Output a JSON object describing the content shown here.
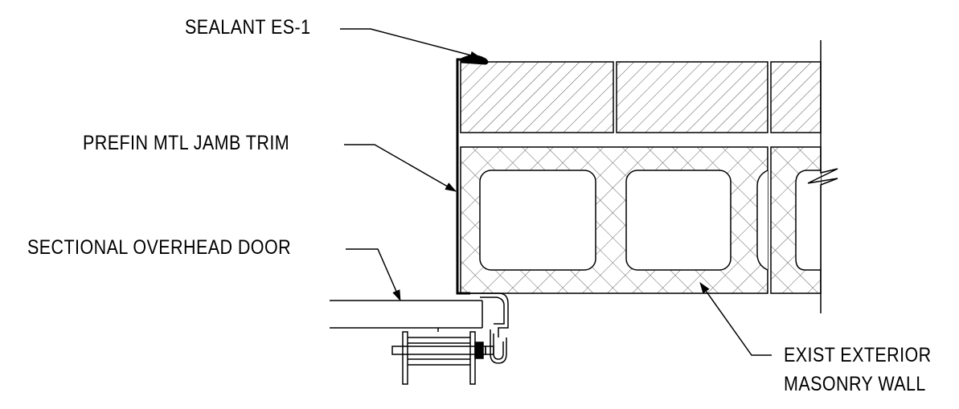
{
  "drawing": {
    "labels": {
      "sealant": "SEALANT ES-1",
      "jamb_trim": "PREFIN MTL JAMB TRIM",
      "door": "SECTIONAL OVERHEAD DOOR",
      "wall_line1": "EXIST EXTERIOR",
      "wall_line2": "MASONRY WALL"
    },
    "colors": {
      "line": "#000000",
      "hatch": "#555555",
      "background": "#ffffff"
    }
  }
}
